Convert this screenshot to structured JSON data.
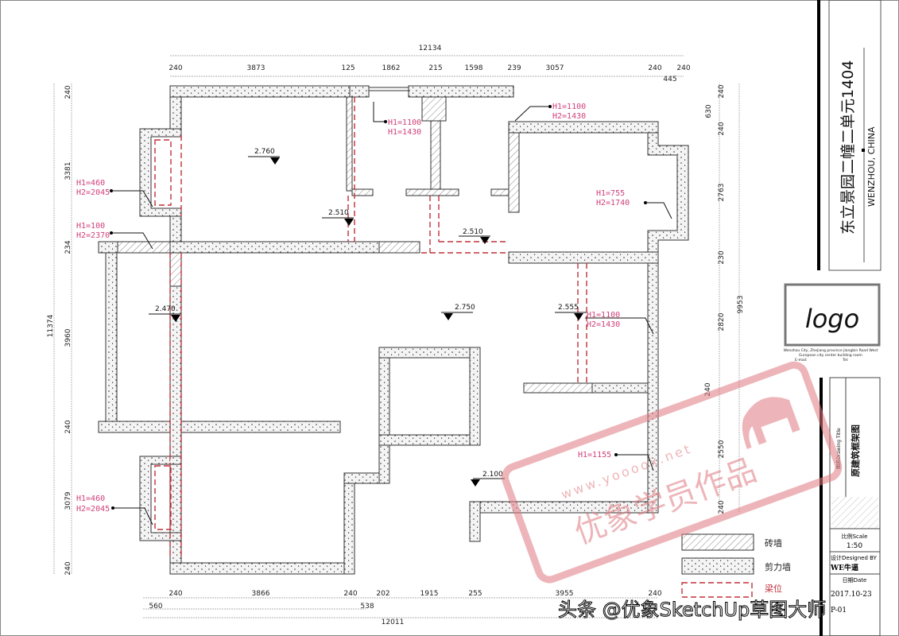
{
  "project": {
    "title": "东立景园二幢二单元1404",
    "location": "WENZHOU, CHINA"
  },
  "logo": {
    "text": "logo",
    "address_line1": "Wenzhou City, Zhejiang province Jiangbin Road West",
    "address_line2": "European city center building room",
    "email_label": "E-mail:",
    "tel_label": "Tel:"
  },
  "title_block": {
    "drawing_title_label": "图名Drawing Title",
    "drawing_title": "原建筑框架图",
    "scale_label": "比例Scale",
    "scale": "1:50",
    "designer_label": "设计Designed BY",
    "designer": "WE牛逼",
    "date_label": "日期Date",
    "date": "2017.10-23",
    "sheet": "P-01"
  },
  "legend": {
    "items": [
      {
        "label": "砖墙",
        "type": "brick-wall"
      },
      {
        "label": "剪力墙",
        "type": "shear-wall"
      },
      {
        "label": "梁位",
        "type": "beam"
      }
    ]
  },
  "dimensions": {
    "top_total": "12134",
    "top": [
      "240",
      "3873",
      "125",
      "1862",
      "215",
      "1598",
      "239",
      "3057",
      "240",
      "240"
    ],
    "top_sub": "445",
    "left_total": "11374",
    "left": [
      "240",
      "3381",
      "234",
      "3960",
      "240",
      "3079",
      "240"
    ],
    "right_total": "9953",
    "right": [
      "240",
      "630",
      "240",
      "2763",
      "230",
      "2820",
      "240",
      "2550",
      "240"
    ],
    "bottom": [
      "240",
      "3866",
      "240",
      "202",
      "1915",
      "255",
      "3955",
      "240"
    ],
    "bottom_sub": [
      "560",
      "538"
    ],
    "bottom_total": "12011"
  },
  "levels": [
    "2.760",
    "2.510",
    "2.510",
    "2.470",
    "2.750",
    "2.555",
    "2.100"
  ],
  "annotations": [
    {
      "h1": "H1=1100",
      "h2": "H1=1430"
    },
    {
      "h1": "H1=1100",
      "h2": "H2=1430"
    },
    {
      "h1": "H1=1100",
      "h2": "H2=1430"
    },
    {
      "h1": "H1=460",
      "h2": "H2=2045"
    },
    {
      "h1": "H1=100",
      "h2": "H2=2370"
    },
    {
      "h1": "H1=755",
      "h2": "H2=1740"
    },
    {
      "h1": "H1=1155"
    },
    {
      "h1": "H1=460",
      "h2": "H2=2045"
    }
  ],
  "watermark": {
    "stamp": "优象学员作品",
    "url": "www.yoooox.net",
    "footer": "头条 @优象SketchUp草图大师"
  },
  "colors": {
    "beam": "#c0303a",
    "annotation": "#d0407a",
    "stamp": "#e07a80"
  }
}
